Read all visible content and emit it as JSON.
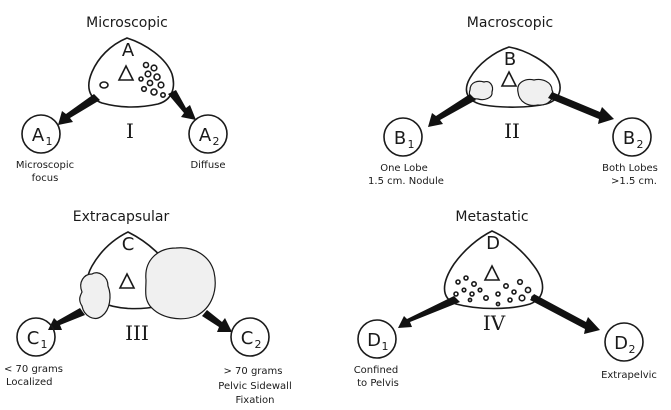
{
  "panels": {
    "A": {
      "title": "Microscopic",
      "letter": "A",
      "stage": "I",
      "left": {
        "letter": "A",
        "sub": "1",
        "caption": [
          "Microscopic",
          "focus"
        ]
      },
      "right": {
        "letter": "A",
        "sub": "2",
        "caption": [
          "Diffuse"
        ]
      }
    },
    "B": {
      "title": "Macroscopic",
      "letter": "B",
      "stage": "II",
      "left": {
        "letter": "B",
        "sub": "1",
        "caption": [
          "One Lobe",
          "1.5 cm. Nodule"
        ]
      },
      "right": {
        "letter": "B",
        "sub": "2",
        "caption": [
          "Both Lobes",
          ">1.5 cm."
        ]
      }
    },
    "C": {
      "title": "Extracapsular",
      "letter": "C",
      "stage": "III",
      "left": {
        "letter": "C",
        "sub": "1",
        "caption": [
          "< 70 grams",
          "Localized"
        ]
      },
      "right": {
        "letter": "C",
        "sub": "2",
        "caption": [
          "> 70 grams",
          "Pelvic Sidewall",
          "Fixation"
        ]
      }
    },
    "D": {
      "title": "Metastatic",
      "letter": "D",
      "stage": "IV",
      "left": {
        "letter": "D",
        "sub": "1",
        "caption": [
          "Confined",
          "to Pelvis"
        ]
      },
      "right": {
        "letter": "D",
        "sub": "2",
        "caption": [
          "Extrapelvic"
        ]
      }
    }
  }
}
